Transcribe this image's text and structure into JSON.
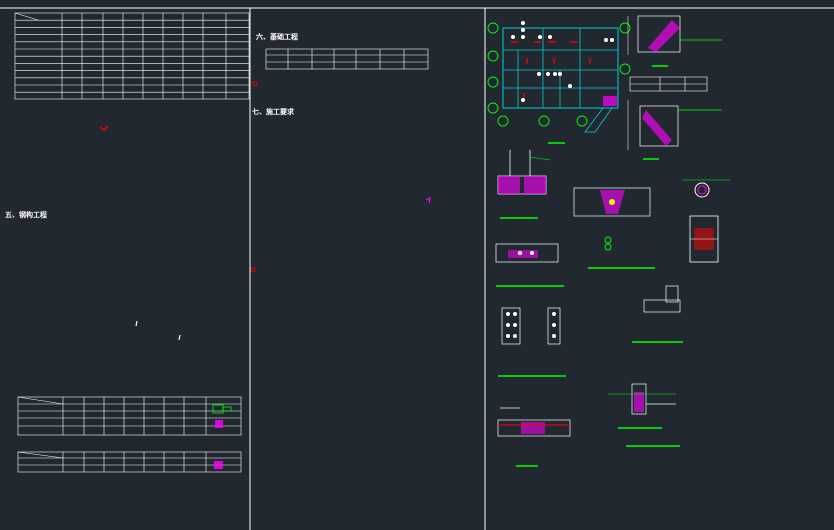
{
  "colors": {
    "background": "#212830",
    "line": "#ffffff",
    "accent_green": "#00ff00",
    "accent_magenta": "#ff00ff",
    "accent_cyan": "#00d0d0",
    "accent_red": "#ff0000"
  },
  "headings": {
    "section5": "五、钢构工程",
    "section6": "六、基础工程",
    "section7": "七、施工要求"
  }
}
